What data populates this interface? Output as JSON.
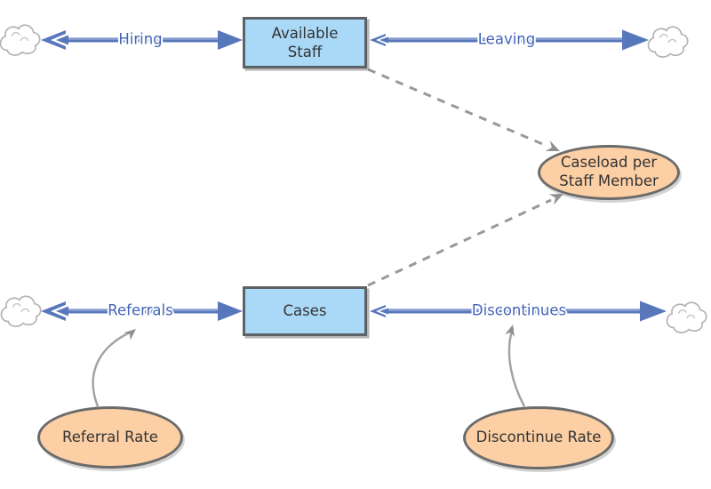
{
  "colors": {
    "background": "#ffffff",
    "stock_fill": "#aad9f7",
    "stock_border": "#5d6266",
    "aux_fill": "#fccfa5",
    "aux_border": "#6b6b6b",
    "flow_blue": "#5877bb",
    "flow_highlight": "#8ea6d8",
    "flow_label_blue": "#4463b6",
    "dash_gray": "#999999",
    "link_gray": "#a3a3a3",
    "arrowhead_gray": "#909090",
    "cloud_stroke": "#b3b3b3",
    "text_dark": "#333333"
  },
  "stocks": [
    {
      "label": "Available Staff"
    },
    {
      "label": "Cases"
    }
  ],
  "flows": [
    {
      "label": "Hiring",
      "from": "cloud",
      "to": "Available Staff"
    },
    {
      "label": "Leaving",
      "from": "Available Staff",
      "to": "cloud"
    },
    {
      "label": "Referrals",
      "from": "cloud",
      "to": "Cases"
    },
    {
      "label": "Discontinues",
      "from": "Cases",
      "to": "cloud"
    }
  ],
  "auxiliaries": [
    {
      "label": "Caseload per Staff Member"
    },
    {
      "label": "Referral Rate"
    },
    {
      "label": "Discontinue Rate"
    }
  ],
  "connectors": [
    {
      "from": "Available Staff",
      "to": "Caseload per Staff Member",
      "style": "dashed"
    },
    {
      "from": "Cases",
      "to": "Caseload per Staff Member",
      "style": "dashed"
    },
    {
      "from": "Referral Rate",
      "to": "Referrals",
      "style": "curved"
    },
    {
      "from": "Discontinue Rate",
      "to": "Discontinues",
      "style": "curved"
    }
  ],
  "icons": {
    "cloud": "source-sink-cloud"
  }
}
